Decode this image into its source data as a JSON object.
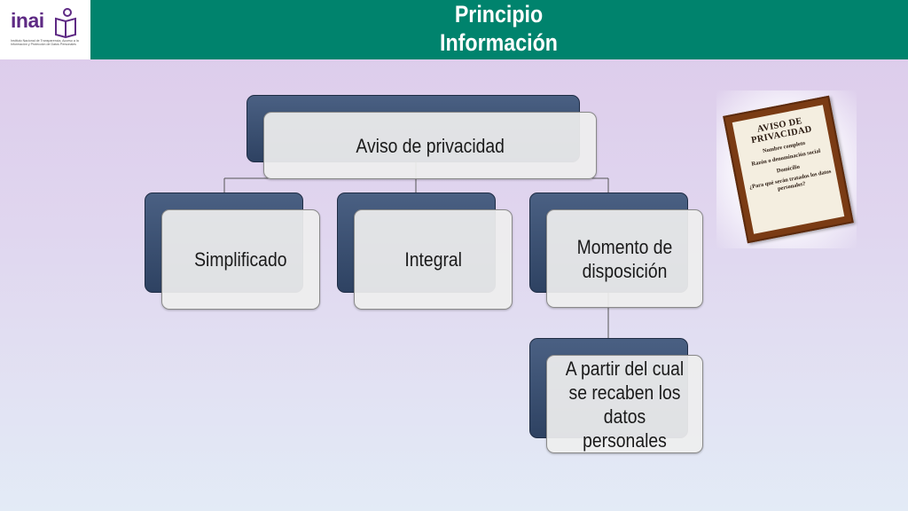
{
  "header": {
    "logo_word": "inai",
    "logo_subtitle": "Instituto Nacional de Transparencia, Acceso a la Información y Protección de Datos Personales",
    "title_line1": "Principio",
    "title_line2": "Información"
  },
  "diagram": {
    "root": "Aviso de privacidad",
    "child_simplificado": "Simplificado",
    "child_integral": "Integral",
    "child_momento": "Momento de disposición",
    "grandchild": "A partir del cual se recaben los datos personales"
  },
  "aviso_image": {
    "heading": "AVISO DE PRIVACIDAD",
    "line1": "Nombre completo",
    "line2": "Razón o denominación social",
    "line3": "Domicilio",
    "line4": "¿Para qué serán tratados los datos personales?"
  },
  "colors": {
    "header_green": "#00836d",
    "logo_purple": "#5e2a84",
    "node_back": "#3b5073"
  }
}
